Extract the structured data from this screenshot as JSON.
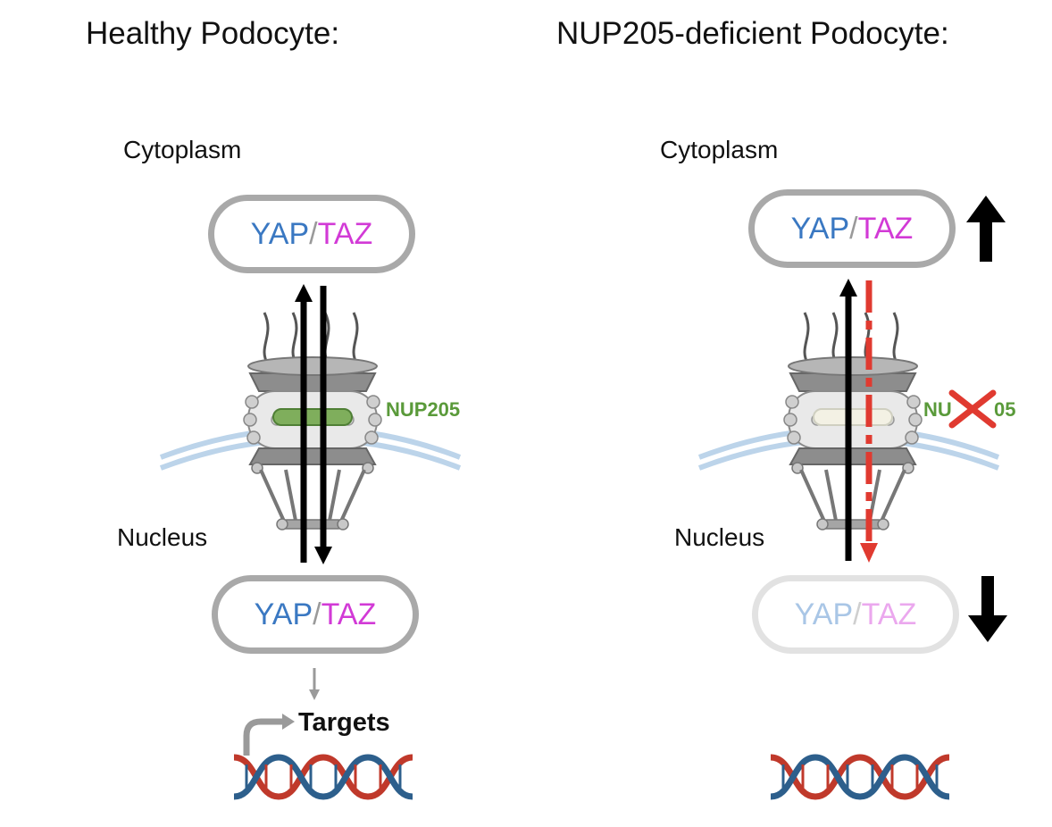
{
  "titles": {
    "left": "Healthy Podocyte:",
    "right": "NUP205-deficient Podocyte:"
  },
  "left_panel": {
    "cytoplasm_label": "Cytoplasm",
    "nucleus_label": "Nucleus",
    "top_complex": {
      "yap": "YAP",
      "slash": "/",
      "taz": "TAZ"
    },
    "bottom_complex": {
      "yap": "YAP",
      "slash": "/",
      "taz": "TAZ"
    },
    "pore_label": "NUP205",
    "targets_label": "Targets"
  },
  "right_panel": {
    "cytoplasm_label": "Cytoplasm",
    "nucleus_label": "Nucleus",
    "top_complex": {
      "yap": "YAP",
      "slash": "/",
      "taz": "TAZ"
    },
    "bottom_complex": {
      "yap": "YAP",
      "slash": "/",
      "taz": "TAZ"
    },
    "pore_label_left": "NU",
    "pore_label_right": "05"
  },
  "colors": {
    "yap": "#3a78c2",
    "taz": "#d23ad6",
    "nup205": "#5a9a3a",
    "blocked_transport": "#e03a30",
    "dna_red": "#c0392b",
    "dna_blue": "#2d5f8c"
  },
  "icons": {
    "pore": "nuclear-pore-complex-icon",
    "dna": "dna-helix-icon",
    "increase": "arrow-up-icon",
    "decrease": "arrow-down-icon",
    "knockout": "red-x-icon"
  }
}
